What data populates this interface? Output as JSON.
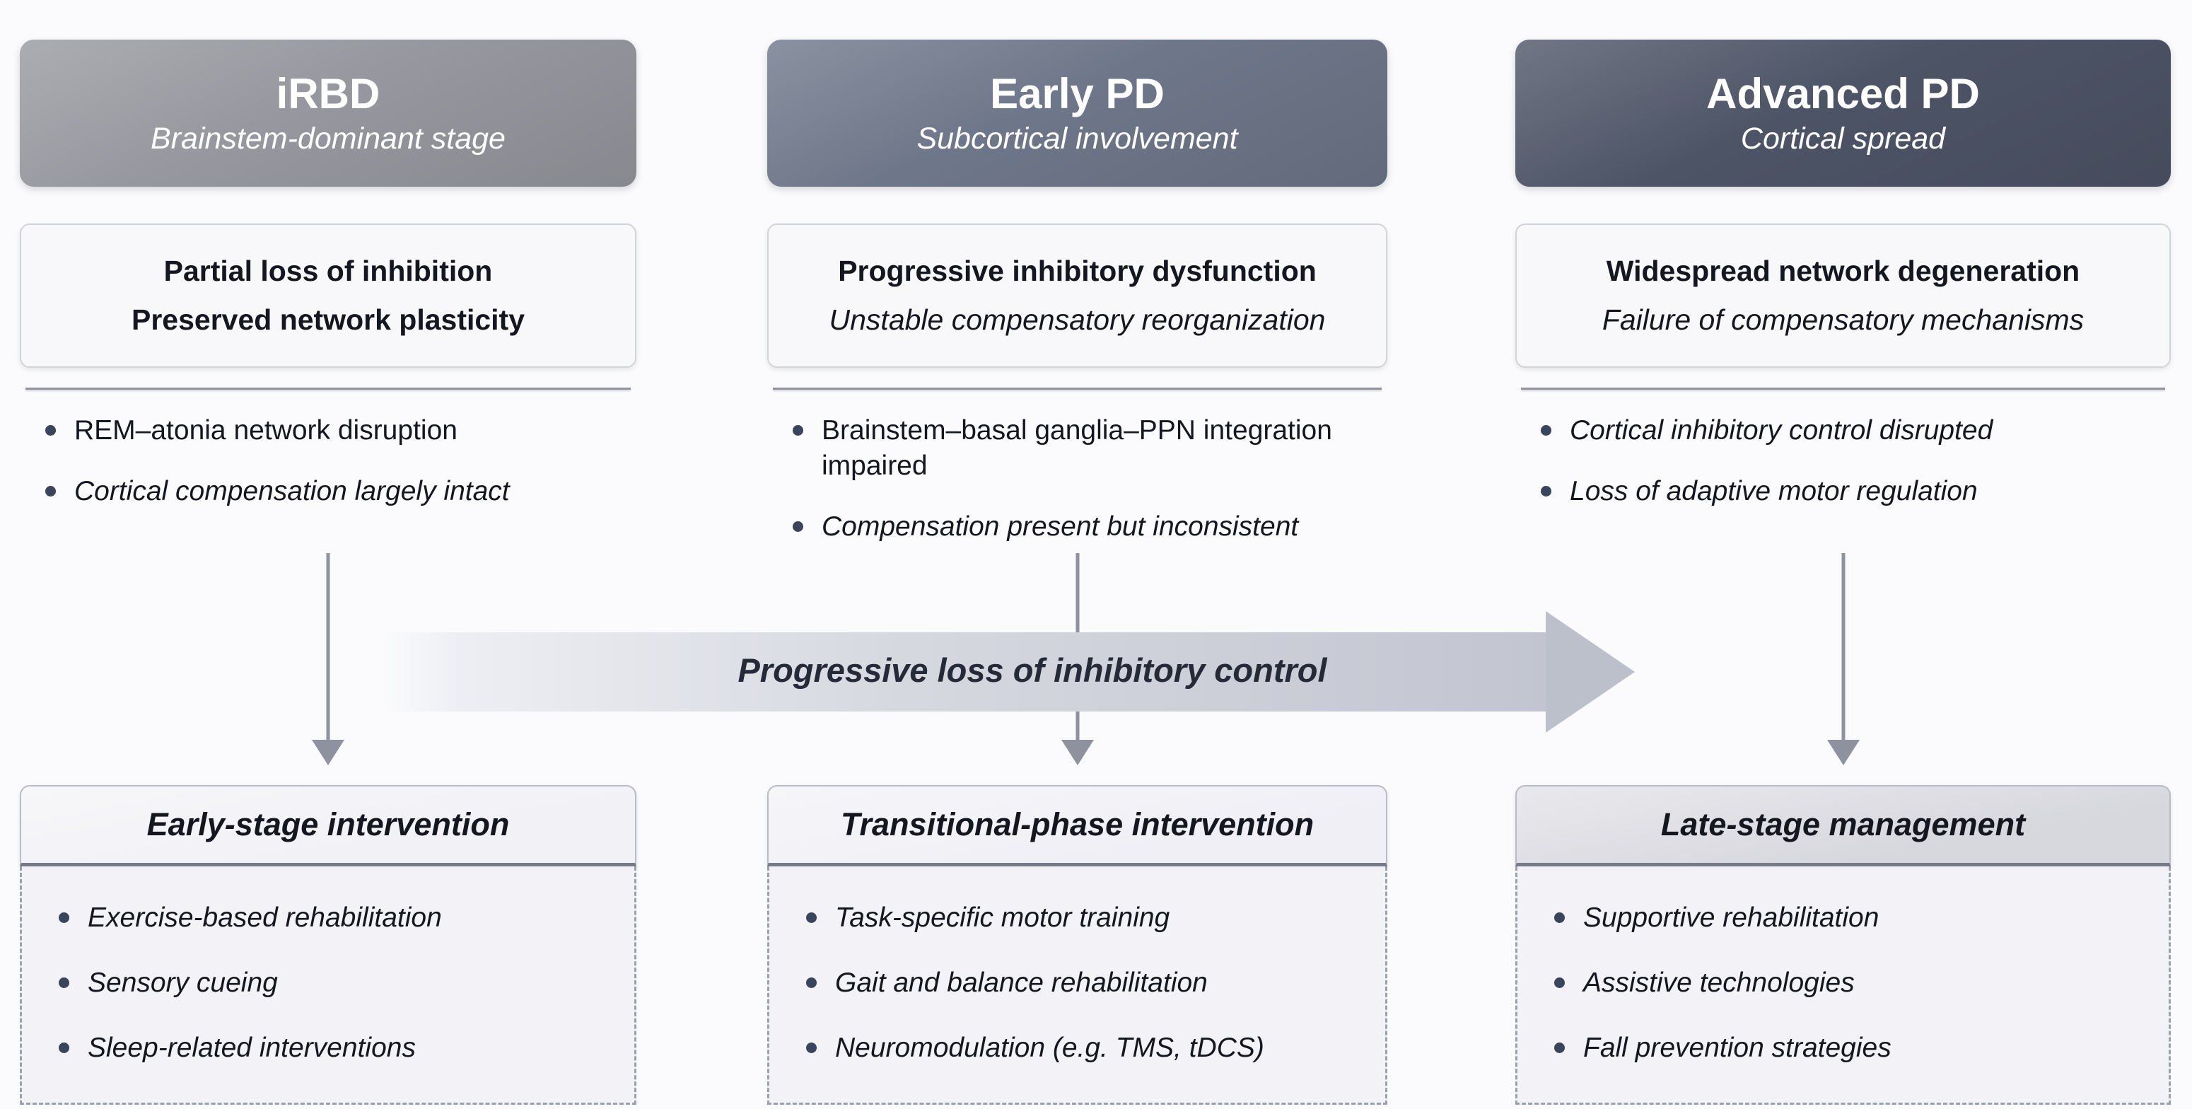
{
  "figure": {
    "arrow_label": "Progressive loss of inhibitory control",
    "background_color": "#fbfbfd",
    "progression_arrow_color": "#bcc0cb",
    "text_color": "#14171f",
    "bullet_dot_color": "#39455c"
  },
  "columns": [
    {
      "header": {
        "title": "iRBD",
        "subtitle": "Brainstem-dominant stage",
        "color": "#97989f"
      },
      "summary": {
        "line1": "Partial loss of inhibition",
        "line2": "Preserved network plasticity"
      },
      "bullets": [
        "REM–atonia network disruption",
        "Cortical compensation largely intact"
      ],
      "intervention": {
        "title": "Early-stage intervention",
        "header_color": "#f1f1f6",
        "items": [
          "Exercise-based rehabilitation",
          "Sensory cueing",
          "Sleep-related interventions"
        ]
      }
    },
    {
      "header": {
        "title": "Early PD",
        "subtitle": "Subcortical involvement",
        "color": "#6e7689"
      },
      "summary": {
        "line1": "Progressive inhibitory dysfunction",
        "line2": "Unstable compensatory reorganization"
      },
      "bullets": [
        "Brainstem–basal ganglia–PPN integration impaired",
        "Compensation present but inconsistent"
      ],
      "intervention": {
        "title": "Transitional-phase intervention",
        "header_color": "#efeff5",
        "items": [
          "Task-specific motor training",
          "Gait and balance rehabilitation",
          "Neuromodulation (e.g. TMS, tDCS)"
        ]
      }
    },
    {
      "header": {
        "title": "Advanced PD",
        "subtitle": "Cortical spread",
        "color": "#4d5466"
      },
      "summary": {
        "line1": "Widespread network degeneration",
        "line2": "Failure of compensatory mechanisms"
      },
      "bullets": [
        "Cortical inhibitory control disrupted",
        "Loss of adaptive motor regulation"
      ],
      "intervention": {
        "title": "Late-stage management",
        "header_color": "#d7d7de",
        "items": [
          "Supportive rehabilitation",
          "Assistive technologies",
          "Fall prevention strategies"
        ]
      }
    }
  ]
}
